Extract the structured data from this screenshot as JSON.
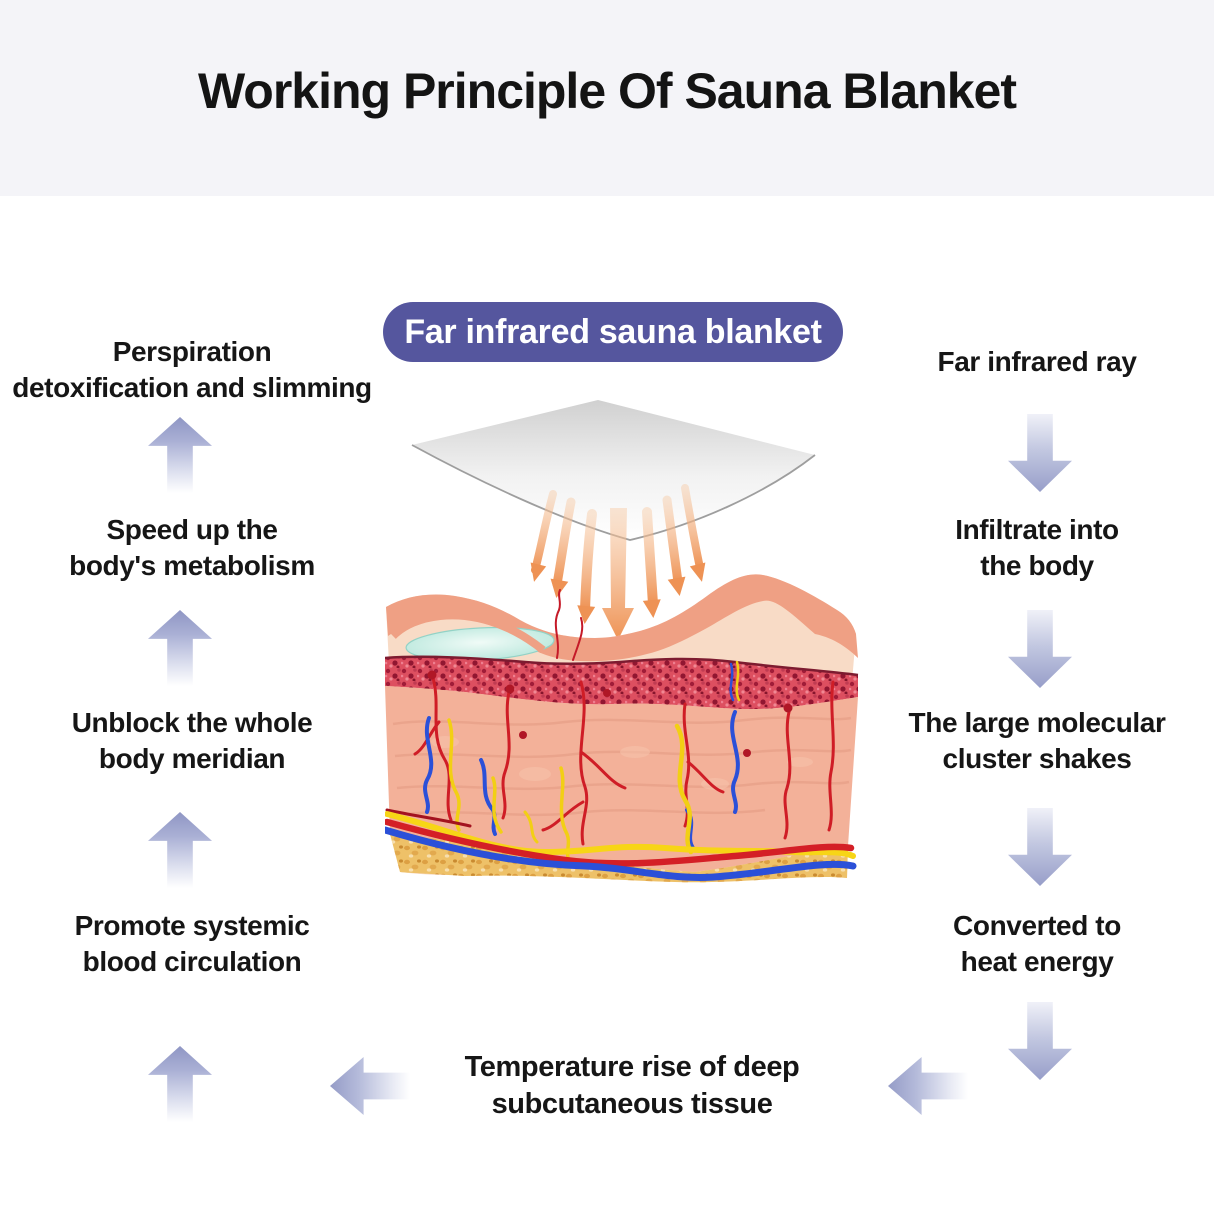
{
  "header": {
    "title": "Working Principle Of Sauna Blanket"
  },
  "diagram": {
    "center_label": "Far infrared sauna blanket",
    "left_flow": [
      {
        "lines": [
          "Perspiration",
          "detoxification and slimming"
        ]
      },
      {
        "lines": [
          "Speed up the",
          "body's metabolism"
        ]
      },
      {
        "lines": [
          "Unblock the whole",
          "body meridian"
        ]
      },
      {
        "lines": [
          "Promote systemic",
          "blood circulation"
        ]
      }
    ],
    "right_flow": [
      {
        "lines": [
          "Far infrared ray"
        ]
      },
      {
        "lines": [
          "Infiltrate into",
          "the body"
        ]
      },
      {
        "lines": [
          "The large molecular",
          "cluster shakes"
        ]
      },
      {
        "lines": [
          "Converted to",
          "heat energy"
        ]
      }
    ],
    "bottom_step": {
      "lines": [
        "Temperature rise of deep",
        "subcutaneous tissue"
      ]
    },
    "colors": {
      "header_bg": "#f4f4f8",
      "pill_bg": "#55569e",
      "pill_text": "#ffffff",
      "flow_arrow": "#9aa1cb",
      "infrared_arrow": "#ef975e",
      "title_text": "#141414",
      "body_text": "#161616"
    }
  }
}
